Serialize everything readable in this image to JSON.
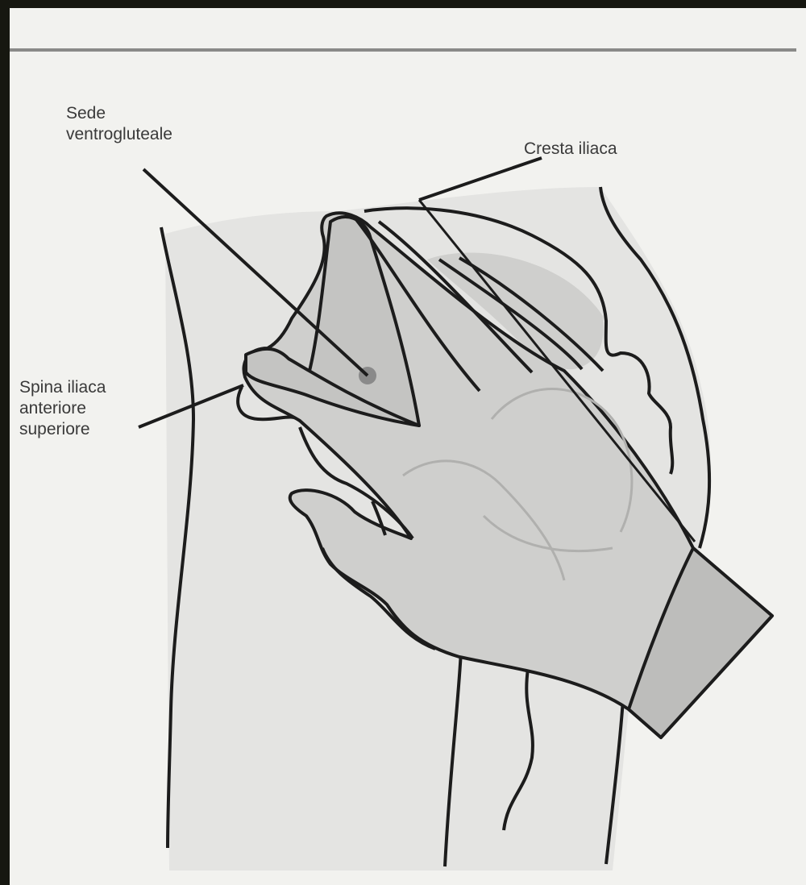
{
  "labels": {
    "sede_line1": "Sede",
    "sede_line2": "ventrogluteale",
    "cresta": "Cresta iliaca",
    "spina_line1": "Spina iliaca",
    "spina_line2": "anteriore",
    "spina_line3": "superiore"
  },
  "colors": {
    "frame": "#161710",
    "background": "#f2f2ef",
    "body_shade": "#e4e4e2",
    "hand_fill": "#cfcfcd",
    "hand_dark": "#bdbdbb",
    "injection_site": "#8a8a8a",
    "outline": "#1c1c1c"
  }
}
